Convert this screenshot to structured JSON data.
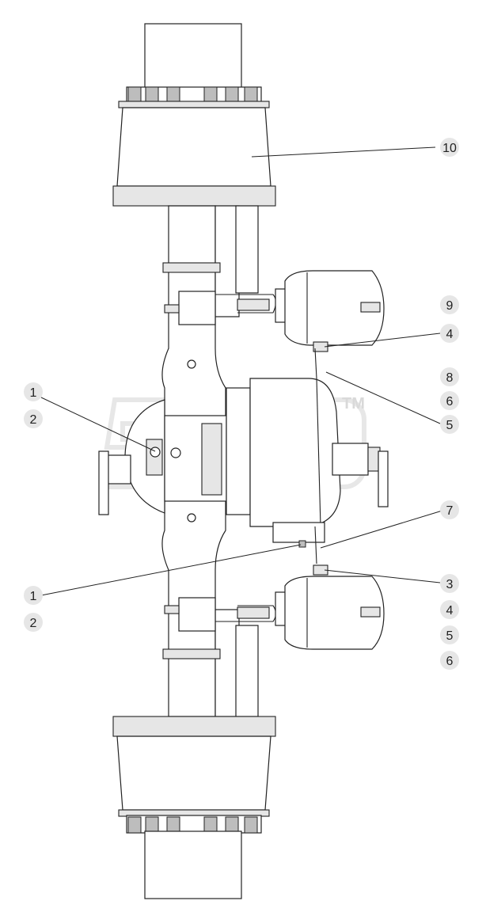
{
  "watermark": {
    "tm": "TM"
  },
  "callouts": [
    {
      "id": "c10",
      "text": "10"
    },
    {
      "id": "c9",
      "text": "9"
    },
    {
      "id": "c4a",
      "text": "4"
    },
    {
      "id": "c8",
      "text": "8"
    },
    {
      "id": "c6a",
      "text": "6"
    },
    {
      "id": "c5a",
      "text": "5"
    },
    {
      "id": "c1a",
      "text": "1"
    },
    {
      "id": "c2a",
      "text": "2"
    },
    {
      "id": "c7",
      "text": "7"
    },
    {
      "id": "c3",
      "text": "3"
    },
    {
      "id": "c1b",
      "text": "1"
    },
    {
      "id": "c2b",
      "text": "2"
    },
    {
      "id": "c4b",
      "text": "4"
    },
    {
      "id": "c5b",
      "text": "5"
    },
    {
      "id": "c6b",
      "text": "6"
    }
  ]
}
